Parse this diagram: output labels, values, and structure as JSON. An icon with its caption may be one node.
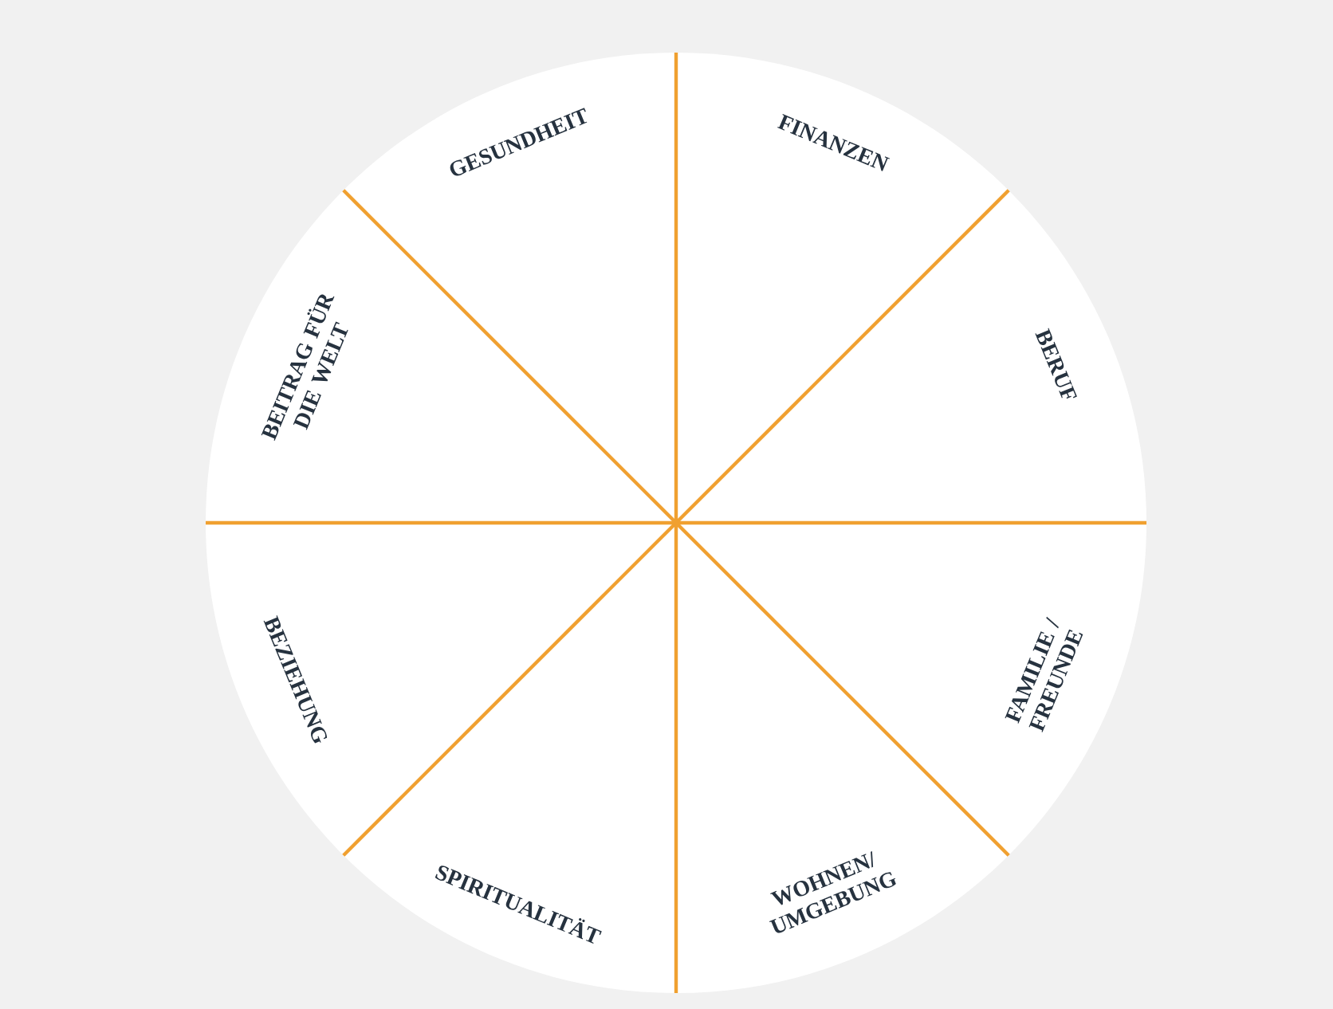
{
  "diagram": {
    "nodes": [
      {
        "text": [
          "GESUNDHEIT"
        ]
      },
      {
        "text": [
          "FINANZEN"
        ]
      },
      {
        "text": [
          "BEITRAG FÜR DIE WELT"
        ]
      },
      {
        "text": [
          "BERUF"
        ]
      },
      {
        "text": [
          "BEZIEHUNG"
        ]
      },
      {
        "text": [
          "FAMILIE / FREUNDE"
        ]
      },
      {
        "text": [
          "SPIRITUALITÄT"
        ]
      },
      {
        "text": [
          "WOHNEN/ UMGEBUNG"
        ]
      }
    ]
  }
}
